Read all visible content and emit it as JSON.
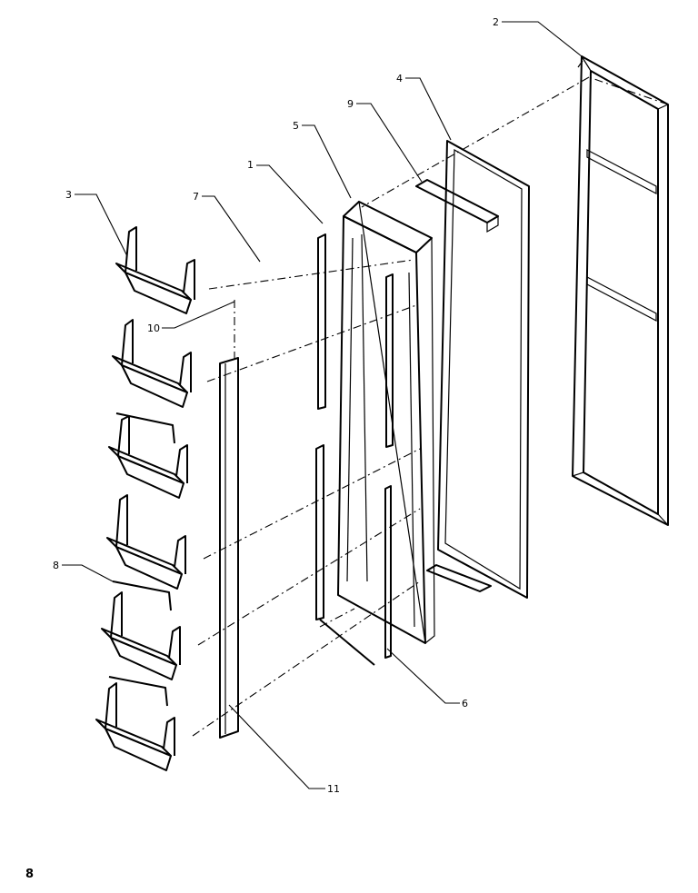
{
  "callouts": {
    "c1": "1",
    "c2": "2",
    "c3": "3",
    "c4": "4",
    "c5": "5",
    "c6": "6",
    "c7": "7",
    "c8": "8",
    "c9": "9",
    "c10": "10",
    "c11": "11"
  },
  "page_number": "8"
}
